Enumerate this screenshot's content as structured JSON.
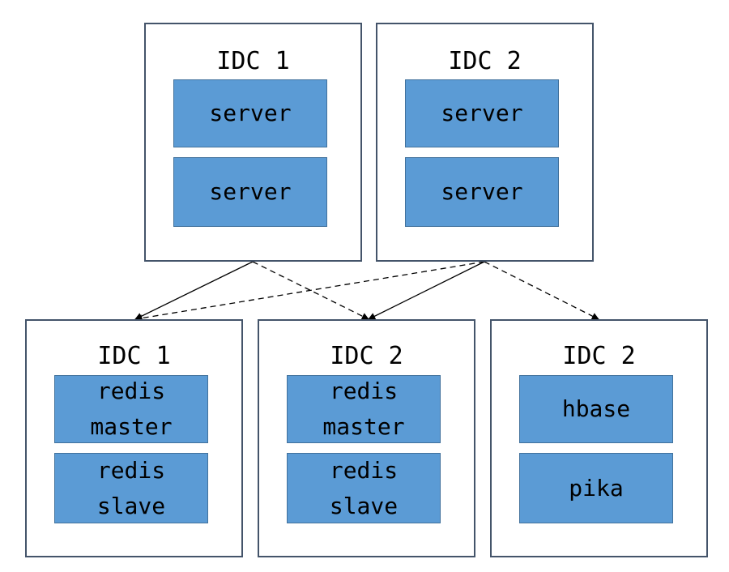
{
  "top_tier": {
    "idc1": {
      "title": "IDC 1",
      "nodes": [
        "server",
        "server"
      ]
    },
    "idc2": {
      "title": "IDC 2",
      "nodes": [
        "server",
        "server"
      ]
    }
  },
  "bottom_tier": {
    "idc1": {
      "title": "IDC 1",
      "nodes": [
        "redis\nmaster",
        "redis\nslave"
      ]
    },
    "idc2": {
      "title": "IDC 2",
      "nodes": [
        "redis\nmaster",
        "redis\nslave"
      ]
    },
    "idc3": {
      "title": "IDC 2",
      "nodes": [
        "hbase",
        "pika"
      ]
    }
  },
  "connections": [
    {
      "from": "top_tier.idc1",
      "to": "bottom_tier.idc1",
      "style": "solid"
    },
    {
      "from": "top_tier.idc1",
      "to": "bottom_tier.idc2",
      "style": "dashed"
    },
    {
      "from": "top_tier.idc2",
      "to": "bottom_tier.idc1",
      "style": "dashed"
    },
    {
      "from": "top_tier.idc2",
      "to": "bottom_tier.idc2",
      "style": "solid"
    },
    {
      "from": "top_tier.idc2",
      "to": "bottom_tier.idc3",
      "style": "dashed"
    }
  ],
  "colors": {
    "node_fill": "#5b9bd5",
    "node_border": "#41719c",
    "container_border": "#44546a",
    "connector": "#000000"
  }
}
